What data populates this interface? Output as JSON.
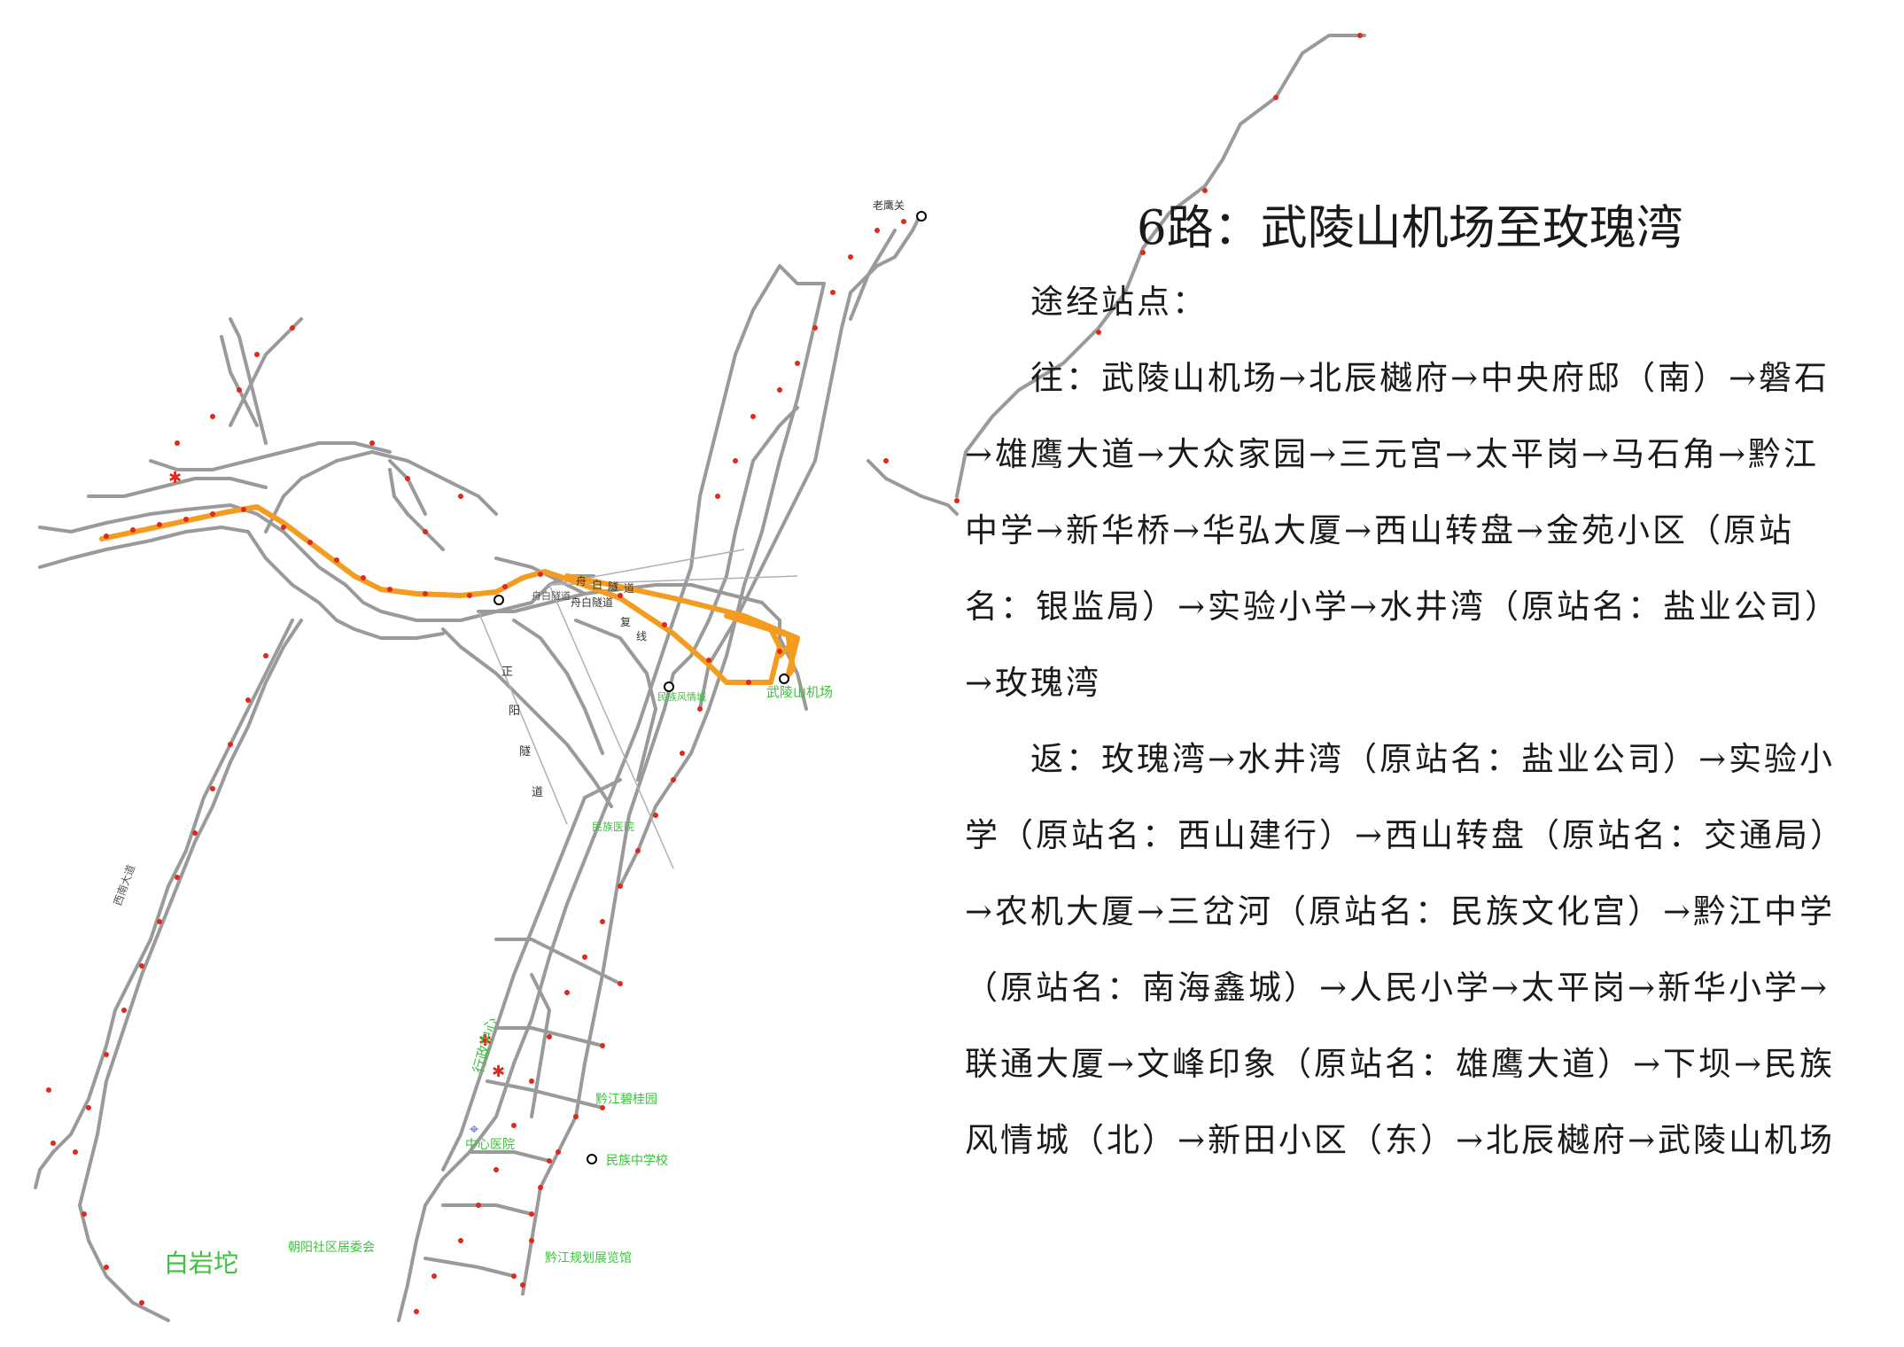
{
  "route": {
    "title": "6路：武陵山机场至玫瑰湾",
    "stops_heading": "途经站点：",
    "outbound": "往：武陵山机场→北辰樾府→中央府邸（南）→磐石→雄鹰大道→大众家园→三元宫→太平岗→马石角→黔江中学→新华桥→华弘大厦→西山转盘→金苑小区（原站名：银监局）→实验小学→水井湾（原站名：盐业公司）→玫瑰湾",
    "return": "返：玫瑰湾→水井湾（原站名：盐业公司）→实验小学（原站名：西山建行）→西山转盘（原站名：交通局）→农机大厦→三岔河（原站名：民族文化宫）→黔江中学（原站名：南海鑫城）→人民小学→太平岗→新华小学→联通大厦→文峰印象（原站名：雄鹰大道）→下坝→民族风情城（北）→新田小区（东）→北辰樾府→武陵山机场"
  },
  "map": {
    "colors": {
      "route": "#f39c1f",
      "road": "#9a9a9a",
      "stop": "#e0281f",
      "label_green": "#3cc23c"
    },
    "labels": {
      "airport": "武陵山机场",
      "laoyingguan": "老鹰关",
      "baiyantuo": "白岩坨",
      "chaoyang": "朝阳社区居委会",
      "guihua": "黔江规划展览馆",
      "zhongxin_yiyuan": "中心医院",
      "minzu_zhongxue": "民族中学校",
      "bigui_yuan": "黔江碧桂园",
      "xingzheng": "行政中心",
      "minzu_yiyuan": "民族医院",
      "fengqing": "民族风情城",
      "zhengyang_tunnel": [
        "正",
        "阳",
        "隧",
        "道"
      ],
      "zhengyang_tunnel2": [
        "舟",
        "白",
        "隧",
        "道"
      ],
      "fuxian": [
        "舟白隧道",
        "复",
        "线"
      ],
      "west_tunnel": "舟白隧道",
      "west_road": "西南大道"
    }
  }
}
